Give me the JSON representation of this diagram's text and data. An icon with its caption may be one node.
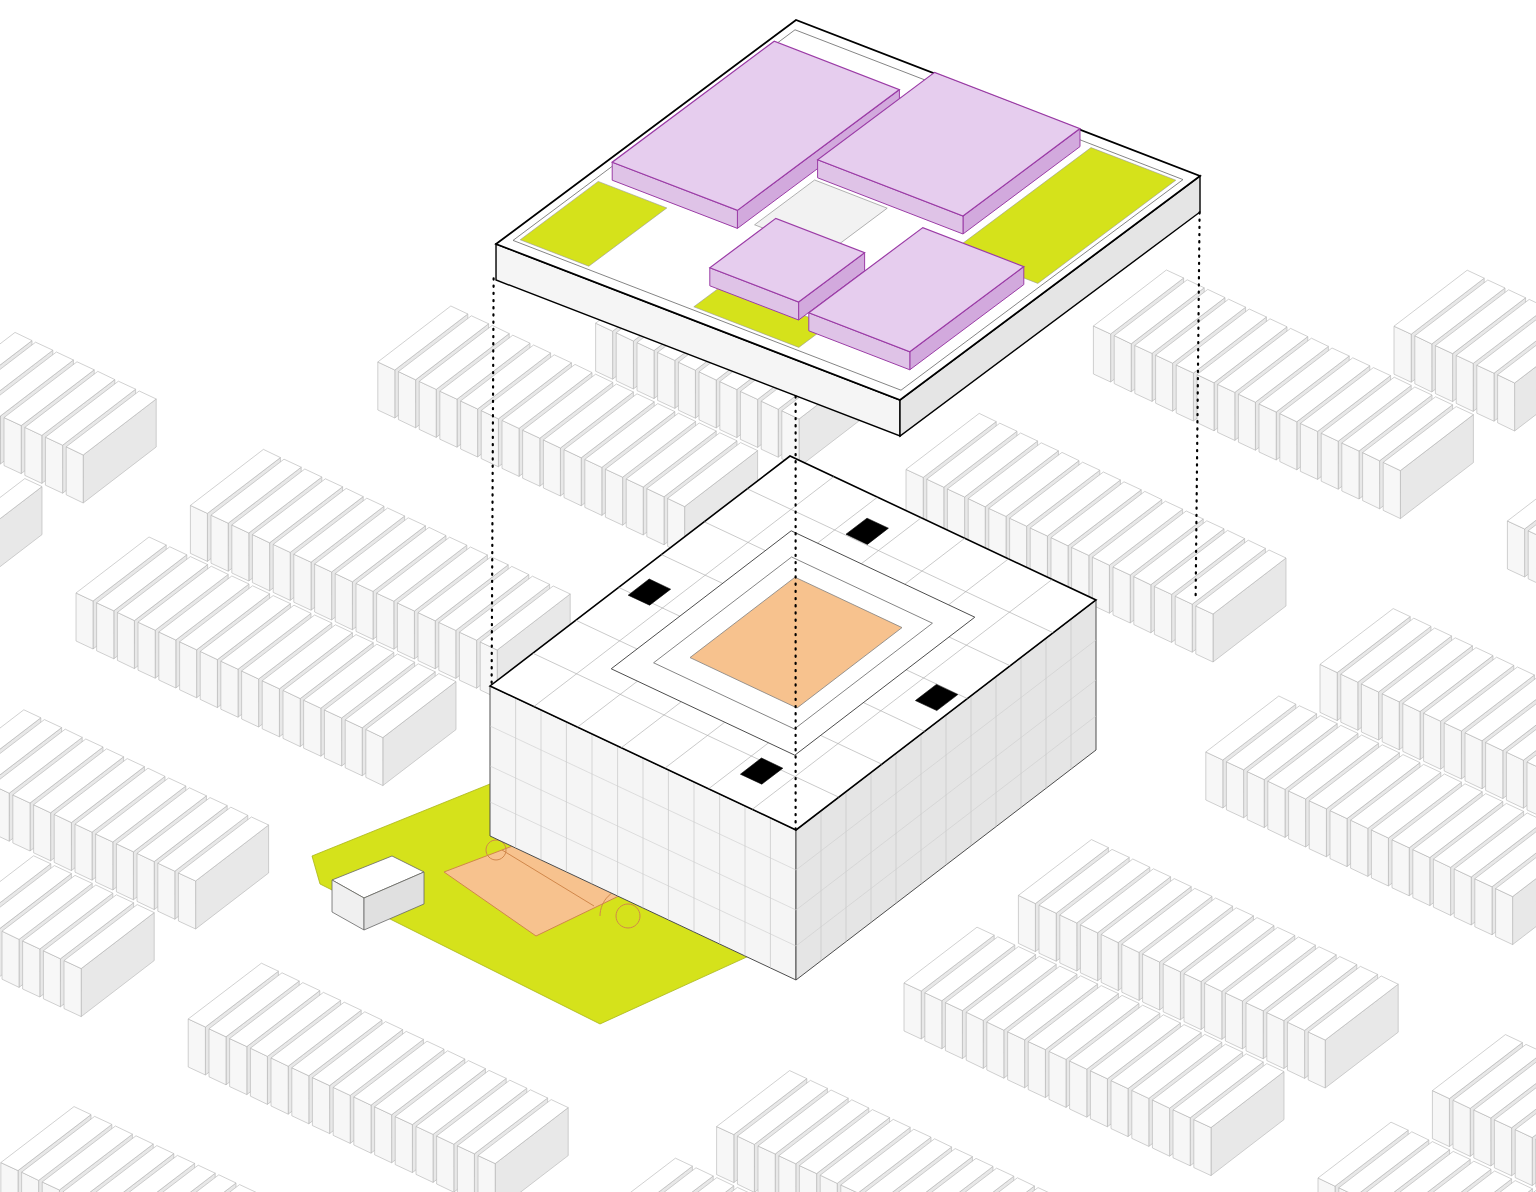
{
  "diagram": {
    "nodes": [
      {
        "text": [],
        "shape": "picture"
      },
      {
        "text": [],
        "shape": "picture"
      }
    ],
    "edges": [
      {
        "from": 0,
        "to": 1,
        "arrow": "none",
        "style": "dashed"
      },
      {
        "from": 0,
        "to": 1,
        "arrow": "none",
        "style": "dashed"
      },
      {
        "from": 0,
        "to": 1,
        "arrow": "none",
        "style": "dashed"
      }
    ]
  }
}
